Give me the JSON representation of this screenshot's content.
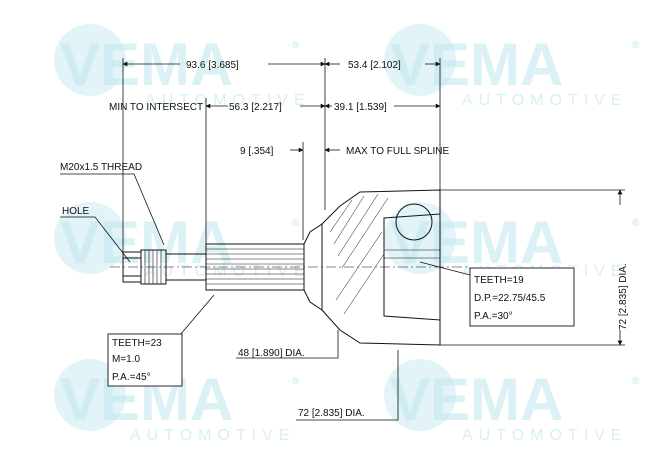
{
  "watermark": {
    "brand": "VEMA",
    "sub": "AUTOMOTIVE",
    "registered": "®",
    "color": "#bfe6ee"
  },
  "dimensions": {
    "overall_left": "93.6 [3.685]",
    "overall_right": "53.4 [2.102]",
    "min_to_intersect_label": "MIN TO INTERSECT",
    "min_to_intersect_value": "56.3 [2.217]",
    "right_inner": "39.1 [1.539]",
    "spline_offset": "9 [.354]",
    "max_to_full_spline": "MAX TO FULL SPLINE",
    "thread": "M20x1.5 THREAD",
    "hole": "HOLE",
    "shaft_dia": "48 [1.890] DIA.",
    "housing_dia": "72 [2.835] DIA.",
    "vertical_dia": "72 [2.835] DIA."
  },
  "callouts": {
    "outer": {
      "teeth": "TEETH=23",
      "module": "M=1.0",
      "pressure_angle": "P.A.=45°"
    },
    "inner": {
      "teeth": "TEETH=19",
      "pitch_diameter": "D.P.=22.75/45.5",
      "pressure_angle": "P.A.=30°"
    }
  }
}
